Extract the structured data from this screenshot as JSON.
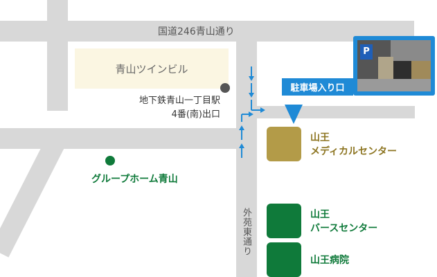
{
  "roads": {
    "main_road": "国道246青山通り",
    "side_street": "外苑東通り"
  },
  "places": {
    "building": "青山ツインビル",
    "station_exit_line1": "地下鉄青山一丁目駅",
    "station_exit_line2": "4番(南)出口",
    "group_home": "グループホーム青山",
    "parking_entrance": "駐車場入り口"
  },
  "facilities": [
    {
      "name_line1": "山王",
      "name_line2": "メディカルセンター",
      "color": "#b39b48"
    },
    {
      "name_line1": "山王",
      "name_line2": "バースセンター",
      "color": "#0f7a3a"
    },
    {
      "name_line1": "山王病院",
      "name_line2": "",
      "color": "#0f7a3a"
    }
  ],
  "photo_sign": "P",
  "colors": {
    "road": "#d8d8d8",
    "route_arrow": "#1f8ad6",
    "building_fill": "#fbf6e2",
    "station_dot": "#555555",
    "group_home_dot": "#0f7a3a",
    "medical_text": "#8c7420",
    "green_text": "#0f7a3a"
  },
  "icons": [
    "route-arrow-icon",
    "entrance-pointer-icon",
    "parking-sign-icon"
  ]
}
